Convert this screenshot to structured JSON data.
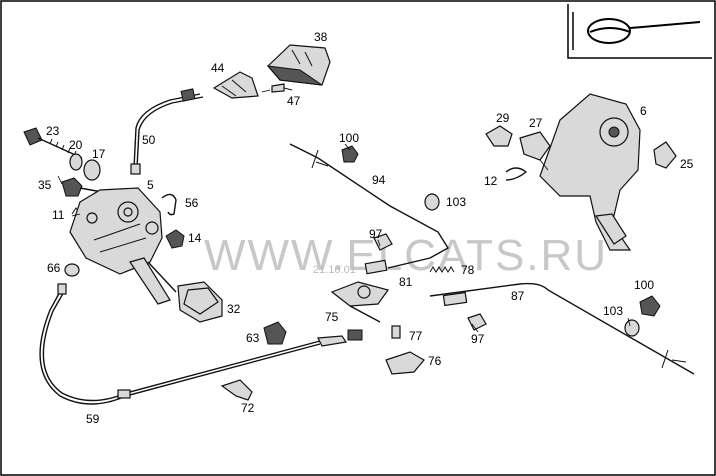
{
  "watermark": "WWW.ELCATS.RU",
  "watermark_small": "21.10.01",
  "callouts": [
    "38",
    "44",
    "47",
    "50",
    "23",
    "20",
    "17",
    "35",
    "5",
    "56",
    "11",
    "14",
    "66",
    "32",
    "63",
    "75",
    "77",
    "59",
    "72",
    "76",
    "100",
    "94",
    "103",
    "97",
    "81",
    "78",
    "87",
    "100",
    "103",
    "97",
    "29",
    "27",
    "6",
    "25",
    "12"
  ]
}
